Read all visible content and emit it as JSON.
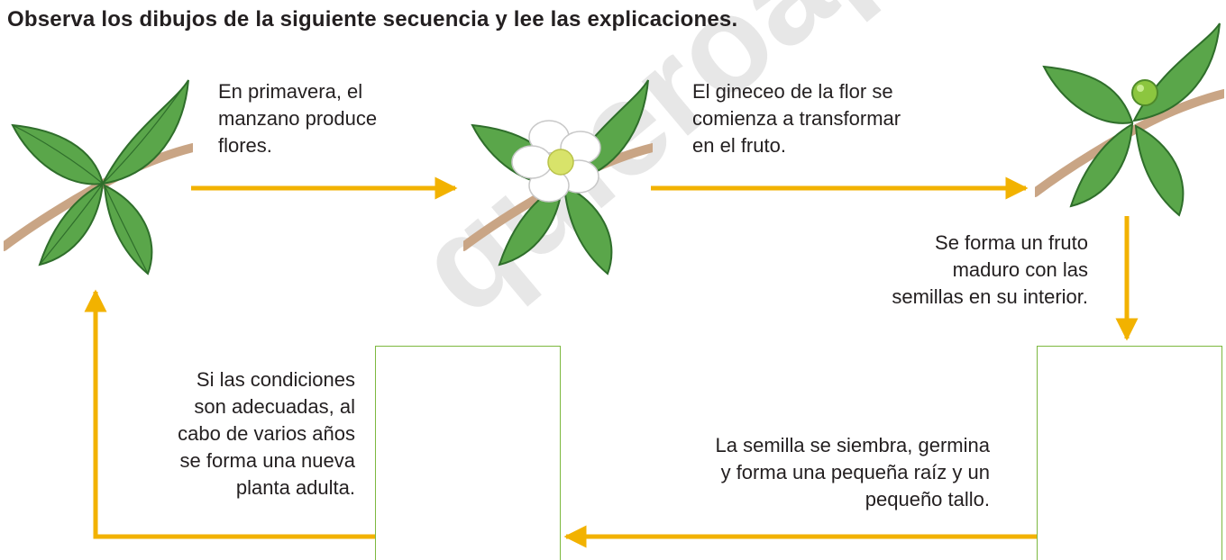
{
  "title": "Observa los dibujos de la siguiente secuencia y lee las explicaciones.",
  "watermark": "quieroaprobar.es",
  "colors": {
    "arrow": "#f2b200",
    "box_border": "#7db83f",
    "leaf": "#5aa64a",
    "leaf_vein": "#2f6e2b",
    "branch": "#c9a585",
    "flower": "#ffffff",
    "fruit": "#8cc63f"
  },
  "steps": {
    "step1": {
      "lines": [
        "En primavera, el",
        "manzano produce",
        "flores."
      ]
    },
    "step2": {
      "lines": [
        "El gineceo de la flor se",
        "comienza a transformar",
        "en el fruto."
      ]
    },
    "step3": {
      "lines": [
        "Se forma un fruto",
        "maduro con las",
        "semillas en su interior."
      ]
    },
    "step4": {
      "lines": [
        "La semilla se siembra, germina",
        "y forma una pequeña raíz y un",
        "pequeño tallo."
      ]
    },
    "step5": {
      "lines": [
        "Si las condiciones",
        "son adecuadas, al",
        "cabo de varios años",
        "se forma una nueva",
        "planta adulta."
      ]
    }
  },
  "images": {
    "branch_leaves": "apple-branch-with-leaves",
    "branch_flower": "apple-branch-with-flower",
    "branch_fruit": "apple-branch-with-small-fruit"
  }
}
